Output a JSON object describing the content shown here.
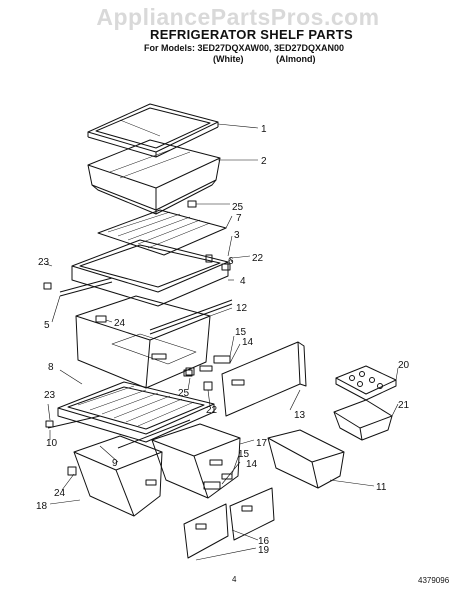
{
  "watermark": "AppliancePartsPros.com",
  "title": "REFRIGERATOR SHELF PARTS",
  "models": "For Models: 3ED27DQXAW00, 3ED27DQXAN00",
  "variants": {
    "white": "(White)",
    "almond": "(Almond)"
  },
  "callouts": [
    "1",
    "2",
    "25",
    "7",
    "3",
    "22",
    "23",
    "6",
    "4",
    "5",
    "24",
    "12",
    "15",
    "14",
    "8",
    "20",
    "25",
    "21",
    "23",
    "13",
    "22",
    "10",
    "17",
    "9",
    "15",
    "14",
    "24",
    "11",
    "18",
    "16",
    "19"
  ],
  "footer": {
    "page": "4",
    "doc_number": "4379096"
  }
}
